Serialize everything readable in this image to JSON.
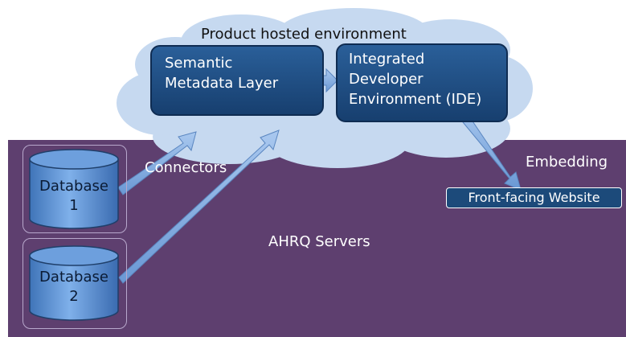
{
  "cloud": {
    "title": "Product hosted environment"
  },
  "semantic_layer": {
    "line1": "Semantic",
    "line2": "Metadata Layer"
  },
  "ide": {
    "line1": "Integrated",
    "line2": "Developer",
    "line3": "Environment (IDE)"
  },
  "connectors_label": "Connectors",
  "embedding_label": "Embedding",
  "website_label": "Front-facing Website",
  "servers_label": "AHRQ Servers",
  "databases": [
    {
      "line1": "Database",
      "line2": "1"
    },
    {
      "line1": "Database",
      "line2": "2"
    }
  ],
  "colors": {
    "server_bg": "#5e3f6f",
    "cloud_fill": "#c6d9f0",
    "box_fill": "#1f4f85",
    "arrow_fill": "#7ea9dd",
    "database_fill": "#5b8fd0"
  }
}
